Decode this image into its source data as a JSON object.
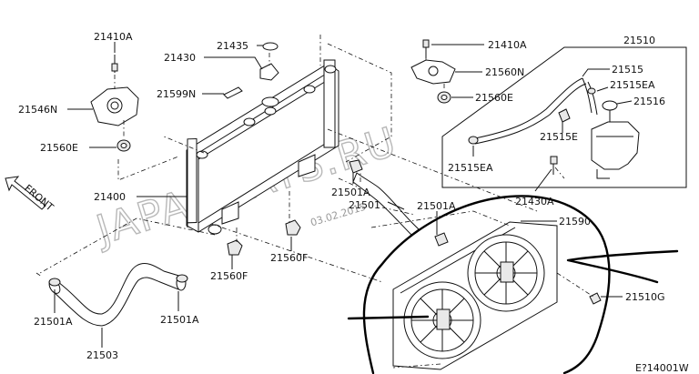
{
  "watermark": {
    "text": "JAPANCATS.RU",
    "date": "03.02.2015"
  },
  "orientation": {
    "front_label": "FRONT"
  },
  "diagram_code": "E?14001W",
  "parts": {
    "p21410A_left": "21410A",
    "p21546N": "21546N",
    "p21560E_left": "21560E",
    "p21400": "21400",
    "p21430": "21430",
    "p21435": "21435",
    "p21599N": "21599N",
    "p21560F_a": "21560F",
    "p21560F_b": "21560F",
    "p21501A_left": "21501A",
    "p21503": "21503",
    "p21501A_mid": "21501A",
    "p21501A_center": "21501A",
    "p21501": "21501",
    "p21501A_right": "21501A",
    "p21410A_right": "21410A",
    "p21560N": "21560N",
    "p21560E_right": "21560E",
    "p21510": "21510",
    "p21515": "21515",
    "p21515EA_top": "21515EA",
    "p21516": "21516",
    "p21515E": "21515E",
    "p21515EA_bottom": "21515EA",
    "p21430A": "21430A",
    "p21590": "21590",
    "p21510G": "21510G"
  }
}
